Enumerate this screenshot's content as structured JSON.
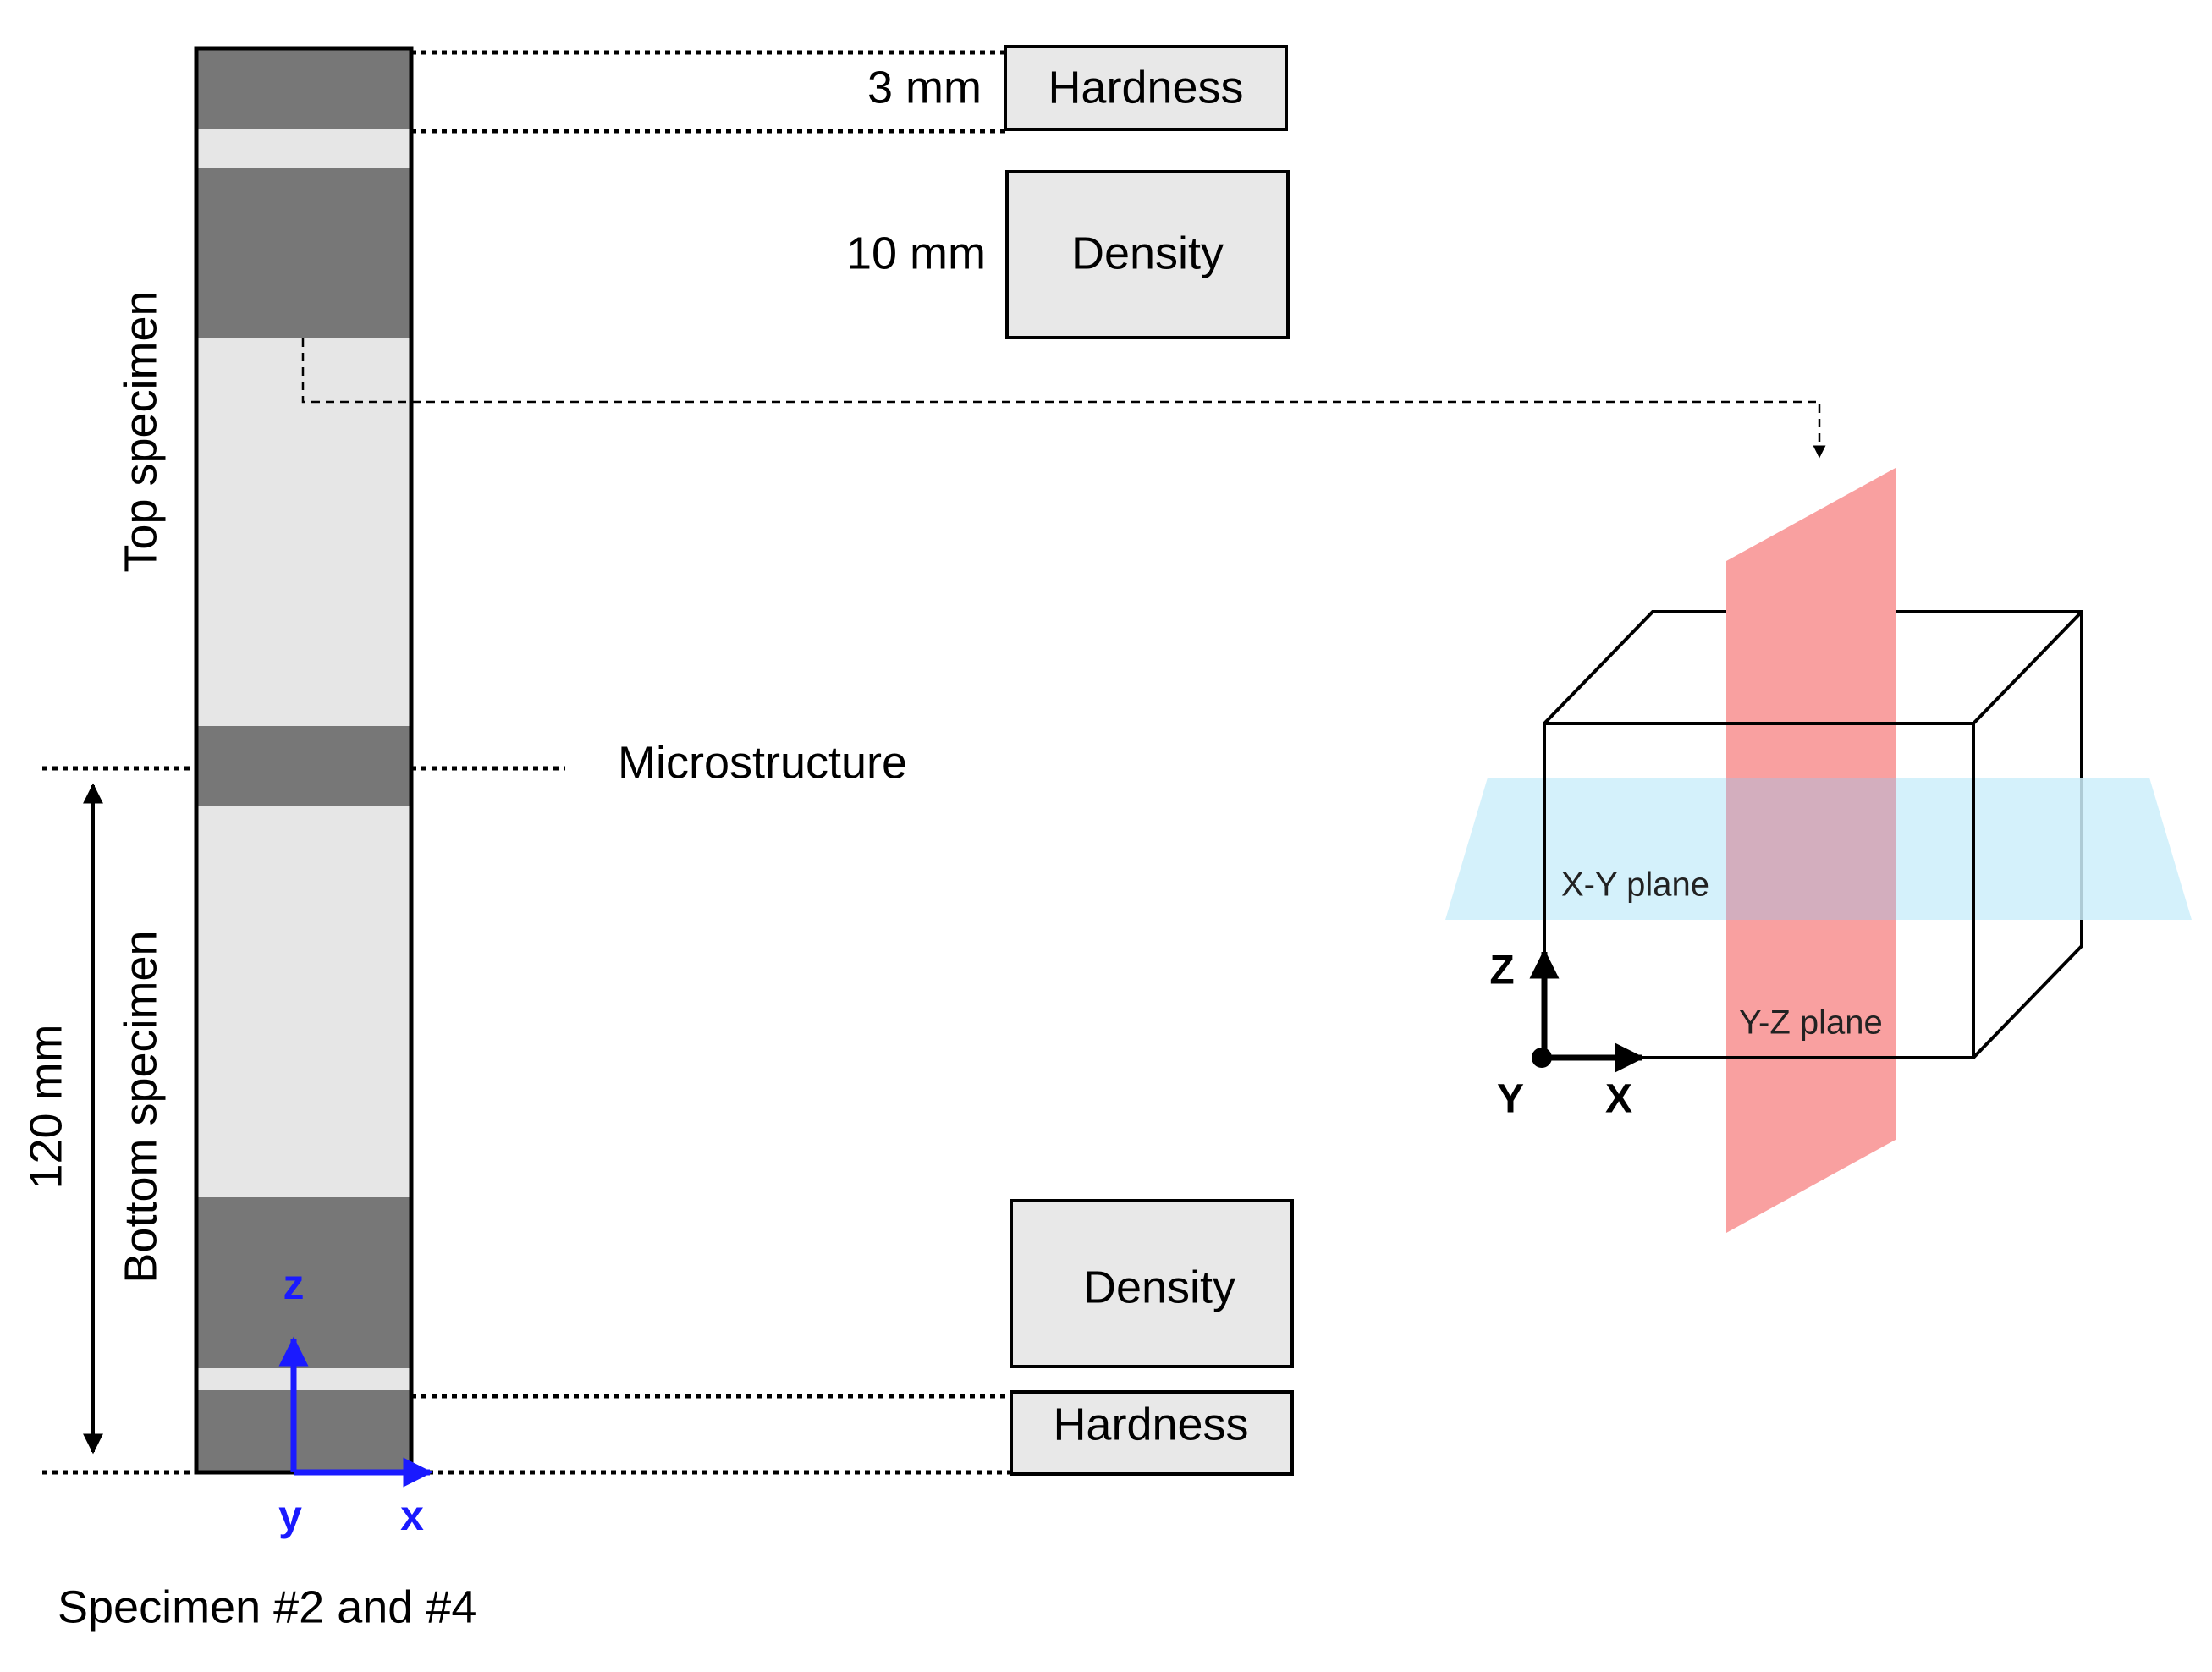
{
  "labels": {
    "dim_top_hardness": "3 mm",
    "dim_top_density": "10 mm",
    "dim_height": "120 mm",
    "top_specimen": "Top specimen",
    "bottom_specimen": "Bottom specimen",
    "microstructure": "Microstructure",
    "caption": "Specimen #2 and #4",
    "box_top_hardness": "Hardness",
    "box_top_density": "Density",
    "box_bottom_density": "Density",
    "box_bottom_hardness": "Hardness"
  },
  "specimen_axes": {
    "z": "z",
    "y": "y",
    "x": "x"
  },
  "cube": {
    "xy_plane": "X-Y plane",
    "yz_plane": "Y-Z plane",
    "axis_z": "Z",
    "axis_x": "X",
    "axis_y": "Y"
  },
  "colors": {
    "specimen_light": "#e6e6e6",
    "specimen_dark": "#777777",
    "box_fill": "#e8e8e8",
    "xy_plane": "#cdeffa",
    "yz_plane": "#f9a0a0",
    "axis_blue": "#1a1aff"
  }
}
